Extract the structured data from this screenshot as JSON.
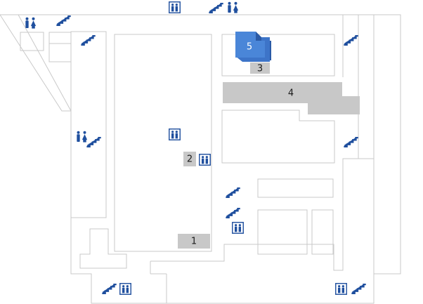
{
  "map": {
    "zones": [
      {
        "id": "zone-1",
        "label": "1"
      },
      {
        "id": "zone-2",
        "label": "2"
      },
      {
        "id": "zone-3",
        "label": "3"
      },
      {
        "id": "zone-4",
        "label": "4"
      },
      {
        "id": "zone-5-selected",
        "label": "5",
        "selected": true
      }
    ],
    "icons": {
      "toilet": "toilet-icon",
      "stairs": "stairs-icon",
      "elevator": "elevator-icon"
    },
    "colors": {
      "walls": "#c9c9c9",
      "zone_fill": "#c8c8c8",
      "icon_blue": "#1f4f9e",
      "selected_zone": "#4a86d8"
    }
  }
}
